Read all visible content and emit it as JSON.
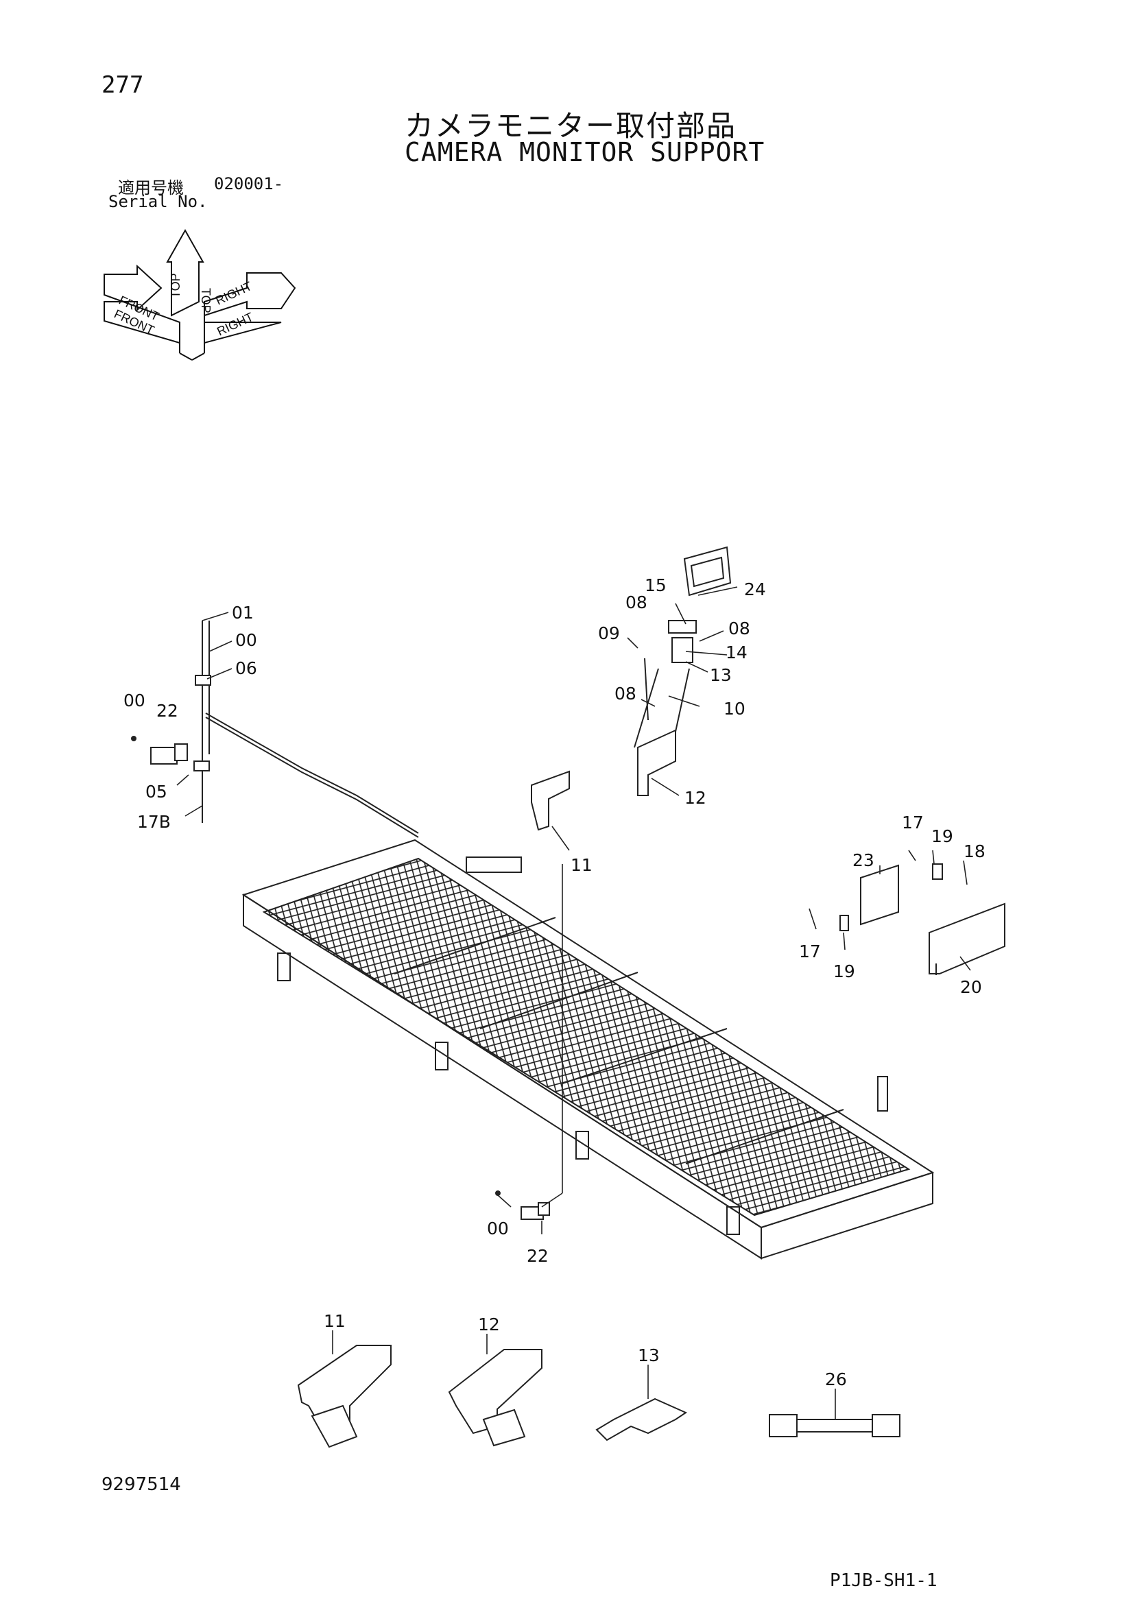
{
  "header": {
    "page_number": "277",
    "title_jp": "カメラモニター取付部品",
    "title_en": "CAMERA MONITOR SUPPORT",
    "serial_label_jp": "適用号機",
    "serial_number": "020001-",
    "serial_label_en": "Serial No."
  },
  "orientation": {
    "top": "TOP",
    "front": "FRONT",
    "right": "RIGHT"
  },
  "callouts": [
    "01",
    "00",
    "06",
    "00",
    "22",
    "05",
    "17B",
    "15",
    "08",
    "24",
    "09",
    "08",
    "14",
    "13",
    "08",
    "10",
    "12",
    "11",
    "17",
    "19",
    "18",
    "23",
    "17",
    "19",
    "20",
    "00",
    "22",
    "11",
    "12",
    "13",
    "26"
  ],
  "footer": {
    "document_number": "9297514",
    "sheet_id": "P1JB-SH1-1"
  }
}
